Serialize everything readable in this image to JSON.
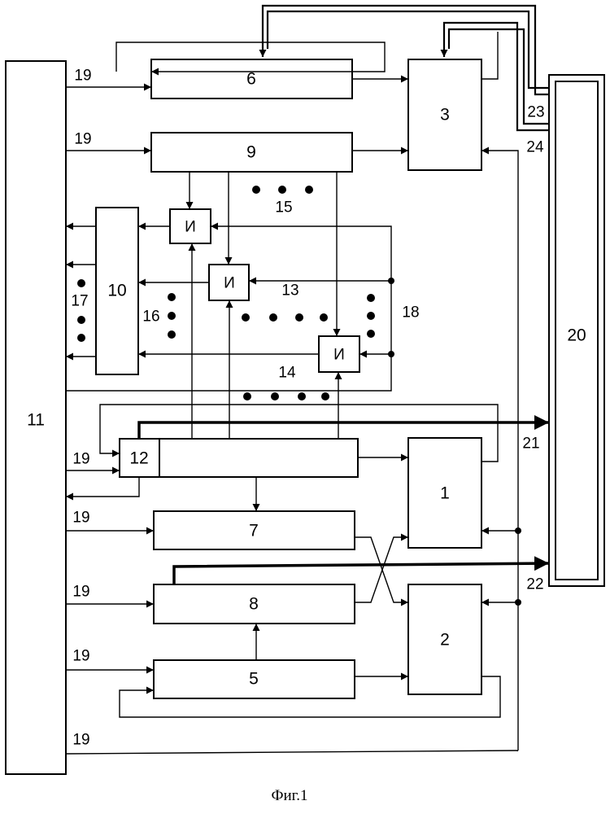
{
  "blocks": {
    "b1": "1",
    "b2": "2",
    "b3": "3",
    "b5": "5",
    "b6": "6",
    "b7": "7",
    "b8": "8",
    "b9": "9",
    "b10": "10",
    "b11": "11",
    "b12": "12",
    "b20": "20"
  },
  "gates": {
    "g1": "И",
    "g2": "И",
    "g3": "И"
  },
  "labels": {
    "l13": "13",
    "l14": "14",
    "l15": "15",
    "l16": "16",
    "l17": "17",
    "l18": "18",
    "l21": "21",
    "l22": "22",
    "l23": "23",
    "l24": "24",
    "l19": "19"
  },
  "caption": "Фиг.1"
}
